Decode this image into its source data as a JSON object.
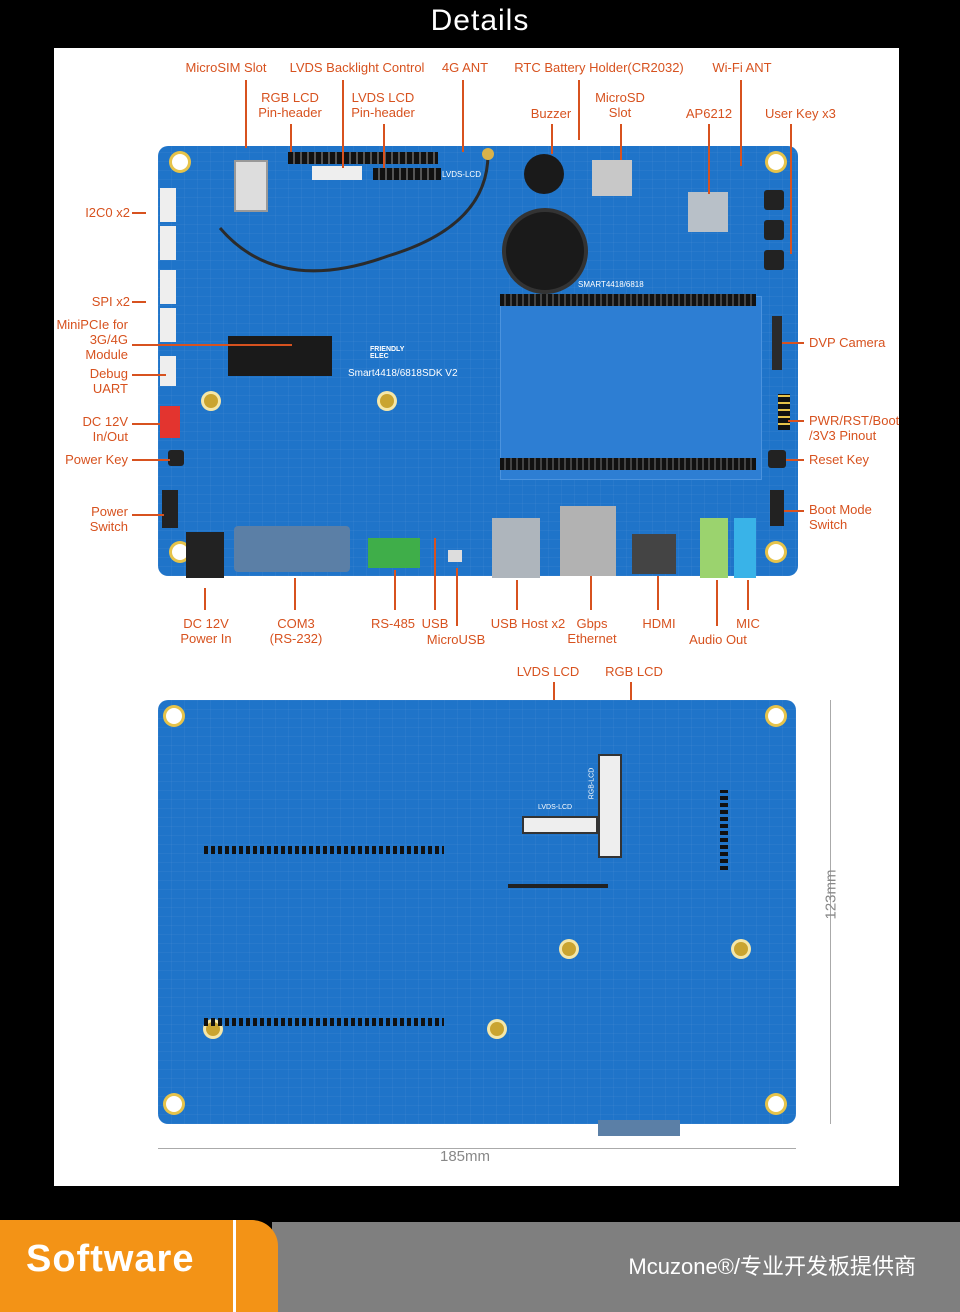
{
  "header": {
    "title": "Details"
  },
  "labels": {
    "microsim": "MicroSIM Slot",
    "lvds_backlight": "LVDS Backlight Control",
    "ant4g": "4G ANT",
    "rtc": "RTC Battery Holder(CR2032)",
    "wifi": "Wi-Fi ANT",
    "rgb_lcd_header": "RGB LCD\nPin-header",
    "lvds_lcd_header": "LVDS LCD\nPin-header",
    "buzzer": "Buzzer",
    "microsd": "MicroSD\nSlot",
    "ap6212": "AP6212",
    "user_key": "User Key x3",
    "i2c0": "I2C0 x2",
    "spi": "SPI x2",
    "minipcie": "MiniPCIe for\n3G/4G\nModule",
    "debug_uart": "Debug\nUART",
    "dc12v_inout": "DC 12V\nIn/Out",
    "power_key": "Power Key",
    "power_switch": "Power\nSwitch",
    "dvp_camera": "DVP Camera",
    "pwr_pinout": "PWR/RST/Boot\n/3V3 Pinout",
    "reset_key": "Reset Key",
    "boot_mode": "Boot Mode\nSwitch",
    "dc12v_power": "DC 12V\nPower In",
    "com3": "COM3\n(RS-232)",
    "rs485": "RS-485",
    "usb": "USB",
    "microusb": "MicroUSB",
    "usb_host": "USB Host x2",
    "gbps": "Gbps\nEthernet",
    "hdmi": "HDMI",
    "audio_out": "Audio Out",
    "mic": "MIC",
    "lvds_lcd_back": "LVDS LCD",
    "rgb_lcd_back": "RGB LCD"
  },
  "board": {
    "name": "Smart4418/6818SDK V2",
    "brand": "FRIENDLY ELEC",
    "module": "SMART4418/6818",
    "lvds_silk": "LVDS-LCD",
    "rgb_silk": "RGB-LCD"
  },
  "dimensions": {
    "height": "123mm",
    "width": "185mm"
  },
  "footer": {
    "section": "Software",
    "tagline": "Mcuzone®/专业开发板提供商"
  },
  "colors": {
    "board": "#1f74c9",
    "label": "#d7521f",
    "accent": "#f39316"
  }
}
